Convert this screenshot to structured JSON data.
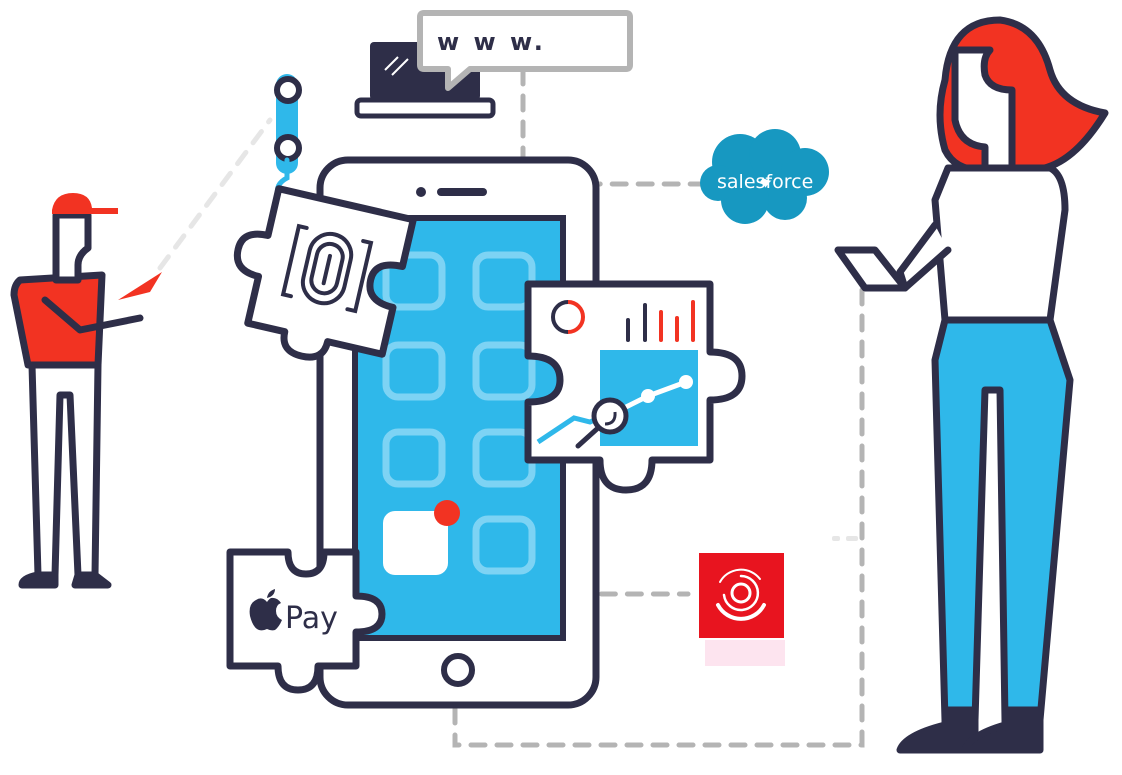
{
  "illustration": {
    "description": "Mobile app integration illustration",
    "speech_bubble": {
      "text": "w w w."
    },
    "salesforce_badge": {
      "label": "salesforce"
    },
    "apple_pay_puzzle": {
      "apple_glyph": "",
      "label": "Pay"
    },
    "phone": {
      "app_icon_count": 8,
      "notification_badge": true
    },
    "colors": {
      "outline": "#2e2e48",
      "blue": "#2fb8ea",
      "light_blue": "#7dd3f4",
      "red": "#f23322",
      "salesforce_blue": "#1798c1",
      "connector_gray": "#b4b4b4",
      "white": "#ffffff"
    }
  }
}
